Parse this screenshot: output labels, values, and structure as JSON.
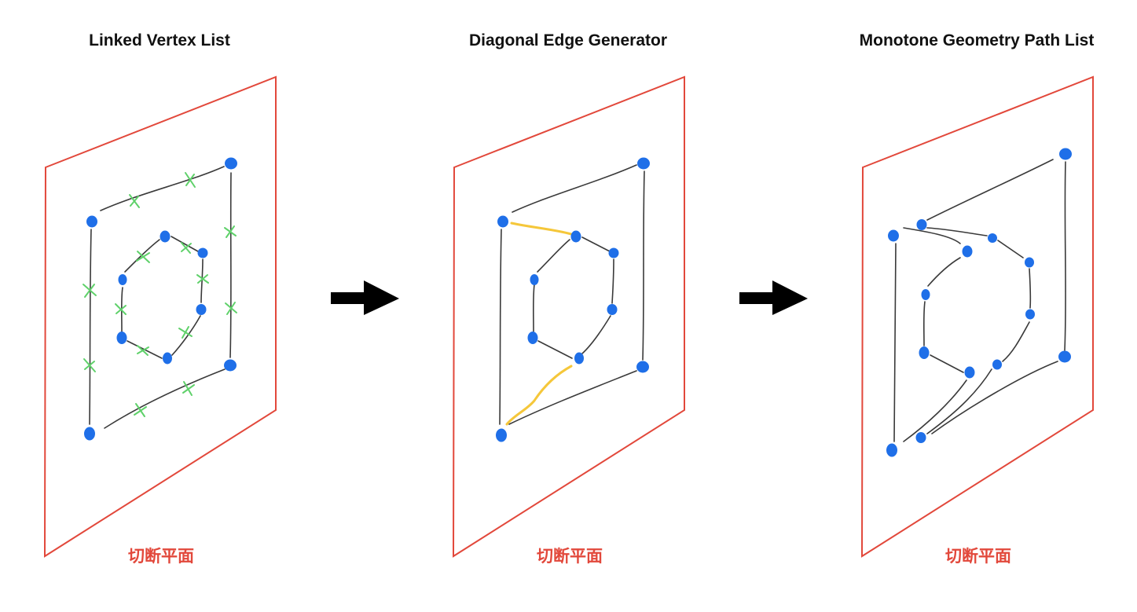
{
  "colors": {
    "plane": "#e2483b",
    "vertex": "#1f6fe8",
    "edge": "#3a3a3a",
    "cut": "#5fd16a",
    "diagonal": "#f5c73a",
    "arrow": "#000000"
  },
  "panels": [
    {
      "title": "Linked Vertex List",
      "caption": "切断平面"
    },
    {
      "title": "Diagonal Edge Generator",
      "caption": "切断平面"
    },
    {
      "title": "Monotone Geometry Path List",
      "caption": "切断平面"
    }
  ],
  "icons": {
    "arrow": "right-arrow-icon"
  }
}
